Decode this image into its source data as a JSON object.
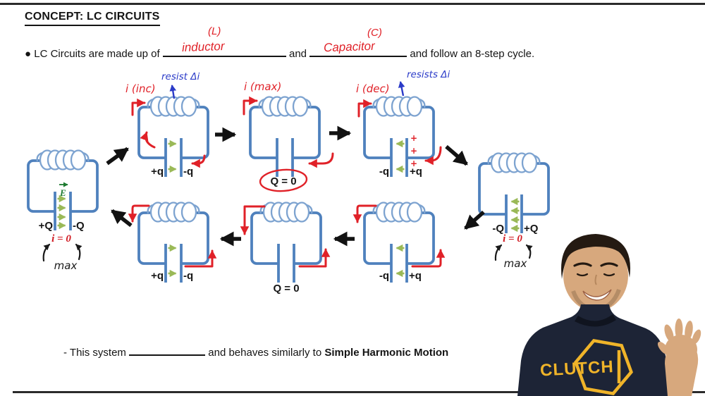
{
  "header": {
    "title": "CONCEPT: LC CIRCUITS"
  },
  "intro": {
    "bullet": "●",
    "text_pre": "LC Circuits are made up of",
    "conjunction": "and",
    "text_post": "and follow an 8-step cycle.",
    "blank1": {
      "hint": "(L)",
      "answer": "inductor"
    },
    "blank2": {
      "hint": "(C)",
      "answer": "Capacitor"
    }
  },
  "cycle": {
    "labels": {
      "i_inc": "i (inc)",
      "i_max": "i (max)",
      "i_dec": "i (dec)",
      "resist_1": "resist Δi",
      "resist_2": "resists Δi",
      "i_zero": "i = 0",
      "max": "max",
      "q_zero": "Q = 0",
      "e_field": "E",
      "plus_mark": "+"
    },
    "charges": {
      "pos_full": "+Q",
      "neg_full": "-Q",
      "pos_part": "+q",
      "neg_part": "-q"
    }
  },
  "footer": {
    "dash": "-",
    "text_pre": "This system",
    "text_post": "and behaves similarly to",
    "emphasis": "Simple Harmonic Motion"
  },
  "person": {
    "shirt_brand": "CLUTCH"
  },
  "colors": {
    "wire": "#4f81bd",
    "coil": "#7da3d0",
    "field_arrow": "#9ab957",
    "annotation_red": "#e02128",
    "annotation_blue": "#2b3bc8",
    "shirt_navy": "#1d2436",
    "brand_yellow": "#f0b429"
  }
}
